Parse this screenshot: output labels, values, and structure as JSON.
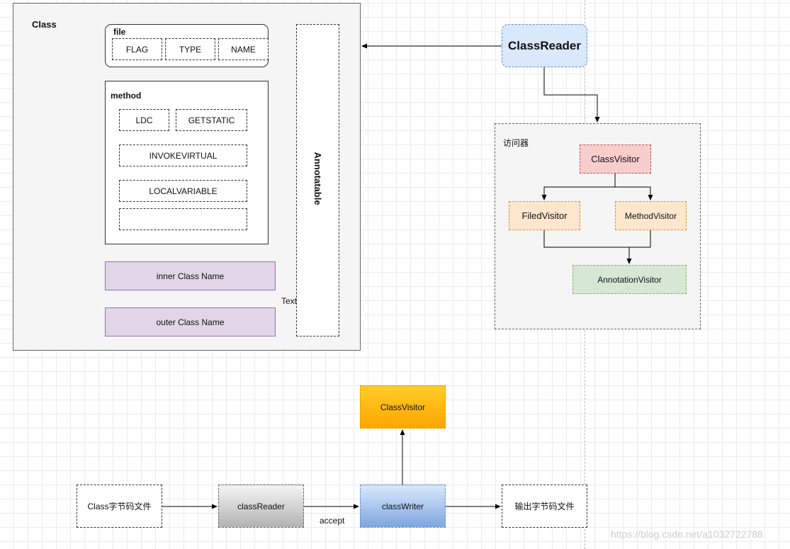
{
  "class_diagram": {
    "title": "Class",
    "file": {
      "label": "file",
      "fields": [
        "FLAG",
        "TYPE",
        "NAME"
      ]
    },
    "method": {
      "label": "method",
      "instructions": [
        "LDC",
        "GETSTATIC",
        "INVOKEVIRTUAL",
        "LOCALVARIABLE",
        ""
      ]
    },
    "inner_class": "inner Class Name",
    "outer_class": "outer Class Name",
    "annotatable": "Annotatable",
    "text_label": "Text"
  },
  "reader": {
    "label": "ClassReader"
  },
  "visitors": {
    "title": "访问器",
    "class_visitor": "ClassVisitor",
    "filed_visitor": "FiledVisitor",
    "method_visitor": "MethodVisitor",
    "annotation_visitor": "AnnotationVisitor"
  },
  "flow": {
    "class_file": "Class字节码文件",
    "class_reader": "classReader",
    "class_writer": "classWriter",
    "class_visitor": "ClassVisitor",
    "output_file": "输出字节码文件",
    "accept": "accept"
  },
  "watermark": "https://blog.csdn.net/a1032722788",
  "colors": {
    "class_reader_fill": "#dae8fc",
    "class_visitor_fill": "#f8cecc",
    "field_method_fill": "#ffe6cc",
    "annotation_fill": "#d5e8d4",
    "inner_outer_fill": "#e1d5e7",
    "orange_gradient": [
      "#ffcd28",
      "#ffa500"
    ],
    "gray_gradient": [
      "#f5f5f5",
      "#b3b3b3"
    ],
    "blue_gradient": [
      "#dae8fc",
      "#7ea6e0"
    ]
  }
}
